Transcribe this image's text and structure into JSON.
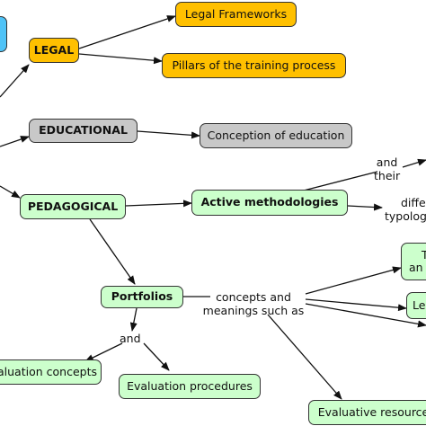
{
  "nodes": {
    "legal": "LEGAL",
    "legal_frameworks": "Legal Frameworks",
    "pillars": "Pillars of the training process",
    "educational": "EDUCATIONAL",
    "conception": "Conception of education",
    "pedagogical": "PEDAGOGICAL",
    "active_methodologies": "Active methodologies",
    "portfolios": "Portfolios",
    "evaluation_concepts": "aluation concepts",
    "evaluation_procedures": "Evaluation procedures",
    "evaluative_resources": "Evaluative resource",
    "right_box_1_line1": "T",
    "right_box_1_line2": "an",
    "right_box_2": "Le"
  },
  "labels": {
    "and_their_1": "and",
    "and_their_2": "their",
    "different_1": "diffe",
    "different_2": "typolog",
    "concepts_1": "concepts and",
    "concepts_2": "meanings such as",
    "and": "and"
  },
  "colors": {
    "legal": "#ffc000",
    "educational": "#c8c8c8",
    "pedagogical": "#ccffcc",
    "root": "#4fc3f7"
  }
}
